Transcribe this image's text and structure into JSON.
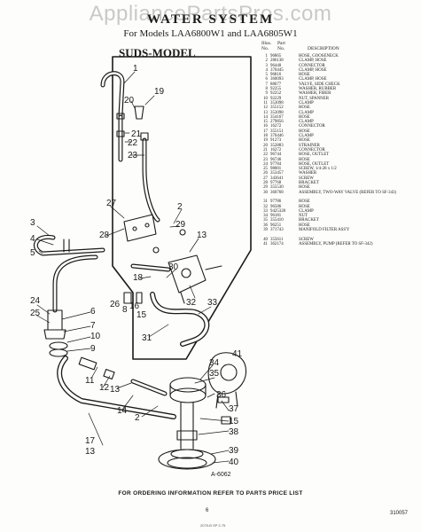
{
  "watermark": "AppliancePartsPros.com",
  "header": {
    "title": "WATER SYSTEM",
    "subtitle": "For Models LAA6800W1 and LAA6805W1",
    "model_label": "SUDS-MODEL"
  },
  "parts_table": {
    "illus_header": "Illus.\nNo.",
    "part_header": "Part\nNo.",
    "desc_header": "DESCRIPTION",
    "rows": [
      {
        "illus": "1",
        "part": "96865",
        "desc": "HOSE, GOOSENECK"
      },
      {
        "illus": "2",
        "part": "286138",
        "desc": "CLAMP, HOSE"
      },
      {
        "illus": "3",
        "part": "96440",
        "desc": "CONNECTOR"
      },
      {
        "illus": "4",
        "part": "370445",
        "desc": "CLAMP, HOSE"
      },
      {
        "illus": "5",
        "part": "96816",
        "desc": "HOSE"
      },
      {
        "illus": "6",
        "part": "360093",
        "desc": "CLAMP, HOSE"
      },
      {
        "illus": "7",
        "part": "88677",
        "desc": "VALVE, SIDE CHECK"
      },
      {
        "illus": "8",
        "part": "92255",
        "desc": "WASHER, RUBBER"
      },
      {
        "illus": "9",
        "part": "92252",
        "desc": "WASHER, FIBER"
      },
      {
        "illus": "10",
        "part": "92229",
        "desc": "NUT, SPANNER"
      },
      {
        "illus": "11",
        "part": "353098",
        "desc": "CLAMP"
      },
      {
        "illus": "12",
        "part": "355152",
        "desc": "HOSE"
      },
      {
        "illus": "13",
        "part": "353098",
        "desc": "CLAMP"
      },
      {
        "illus": "14",
        "part": "354167",
        "desc": "HOSE"
      },
      {
        "illus": "15",
        "part": "279856",
        "desc": "CLAMP"
      },
      {
        "illus": "16",
        "part": "16272",
        "desc": "CONNECTOR"
      },
      {
        "illus": "17",
        "part": "355151",
        "desc": "HOSE"
      },
      {
        "illus": "18",
        "part": "370446",
        "desc": "CLAMP"
      },
      {
        "illus": "19",
        "part": "91273",
        "desc": "HOSE"
      },
      {
        "illus": "20",
        "part": "352883",
        "desc": "STRAINER"
      },
      {
        "illus": "21",
        "part": "16272",
        "desc": "CONNECTOR"
      },
      {
        "illus": "22",
        "part": "96744",
        "desc": "HOSE, OUTLET"
      },
      {
        "illus": "23",
        "part": "96746",
        "desc": "HOSE"
      },
      {
        "illus": "24",
        "part": "97784",
        "desc": "HOSE, OUTLET"
      },
      {
        "illus": "25",
        "part": "98001",
        "desc": "SCREW, 1/4-28 x 1/2"
      },
      {
        "illus": "26",
        "part": "353457",
        "desc": "WASHER"
      },
      {
        "illus": "27",
        "part": "343641",
        "desc": "SCREW"
      },
      {
        "illus": "28",
        "part": "97768",
        "desc": "BRACKET"
      },
      {
        "illus": "29",
        "part": "355530",
        "desc": "HOSE"
      },
      {
        "illus": "30",
        "part": "360768",
        "desc": "ASSEMBLY, TWO-WAY VALVE (REFER TO SF-343)",
        "wrap": true
      },
      {
        "illus": "31",
        "part": "97786",
        "desc": "HOSE"
      },
      {
        "illus": "32",
        "part": "96586",
        "desc": "HOSE"
      },
      {
        "illus": "33",
        "part": "9425328",
        "desc": "CLAMP"
      },
      {
        "illus": "34",
        "part": "96181",
        "desc": "NUT"
      },
      {
        "illus": "35",
        "part": "355410",
        "desc": "BRACKET"
      },
      {
        "illus": "36",
        "part": "96251",
        "desc": "HOSE"
      },
      {
        "illus": "39",
        "part": "371743",
        "desc": "MANIFOLD FILTER ASS'Y"
      },
      {
        "illus": "",
        "part": "",
        "desc": ""
      },
      {
        "illus": "40",
        "part": "355611",
        "desc": "SCREW"
      },
      {
        "illus": "41",
        "part": "362174",
        "desc": "ASSEMBLY, PUMP (REFER TO SF-342)",
        "wrap": true
      }
    ]
  },
  "callouts": {
    "c1": "1",
    "c20": "20",
    "c19": "19",
    "c21": "21",
    "c22": "22",
    "c23": "23",
    "c27": "27",
    "c2a": "2",
    "c3": "3",
    "c4": "4",
    "c28": "28",
    "c29": "29",
    "c13a": "13",
    "c5": "5",
    "c24": "24",
    "c25": "25",
    "c30": "30",
    "c18": "18",
    "c26": "26",
    "c8": "8",
    "c16": "16",
    "c15a": "15",
    "c32": "32",
    "c33": "33",
    "c6": "6",
    "c7": "7",
    "c10": "10",
    "c9": "9",
    "c31": "31",
    "c11": "11",
    "c12": "12",
    "c13b": "13",
    "c14": "14",
    "c2b": "2",
    "c17": "17",
    "c13c": "13",
    "c41": "41",
    "c34": "34",
    "c35": "35",
    "c36": "36",
    "c37": "37",
    "c15b": "15",
    "c38": "38",
    "c39": "39",
    "c40": "40"
  },
  "figure_code": "A-6062",
  "footer": {
    "ordering_note": "FOR ORDERING INFORMATION REFER TO PARTS PRICE LIST",
    "page_number": "6",
    "doc_code": "310057",
    "print_code": "2075-B    SP    2-75"
  }
}
